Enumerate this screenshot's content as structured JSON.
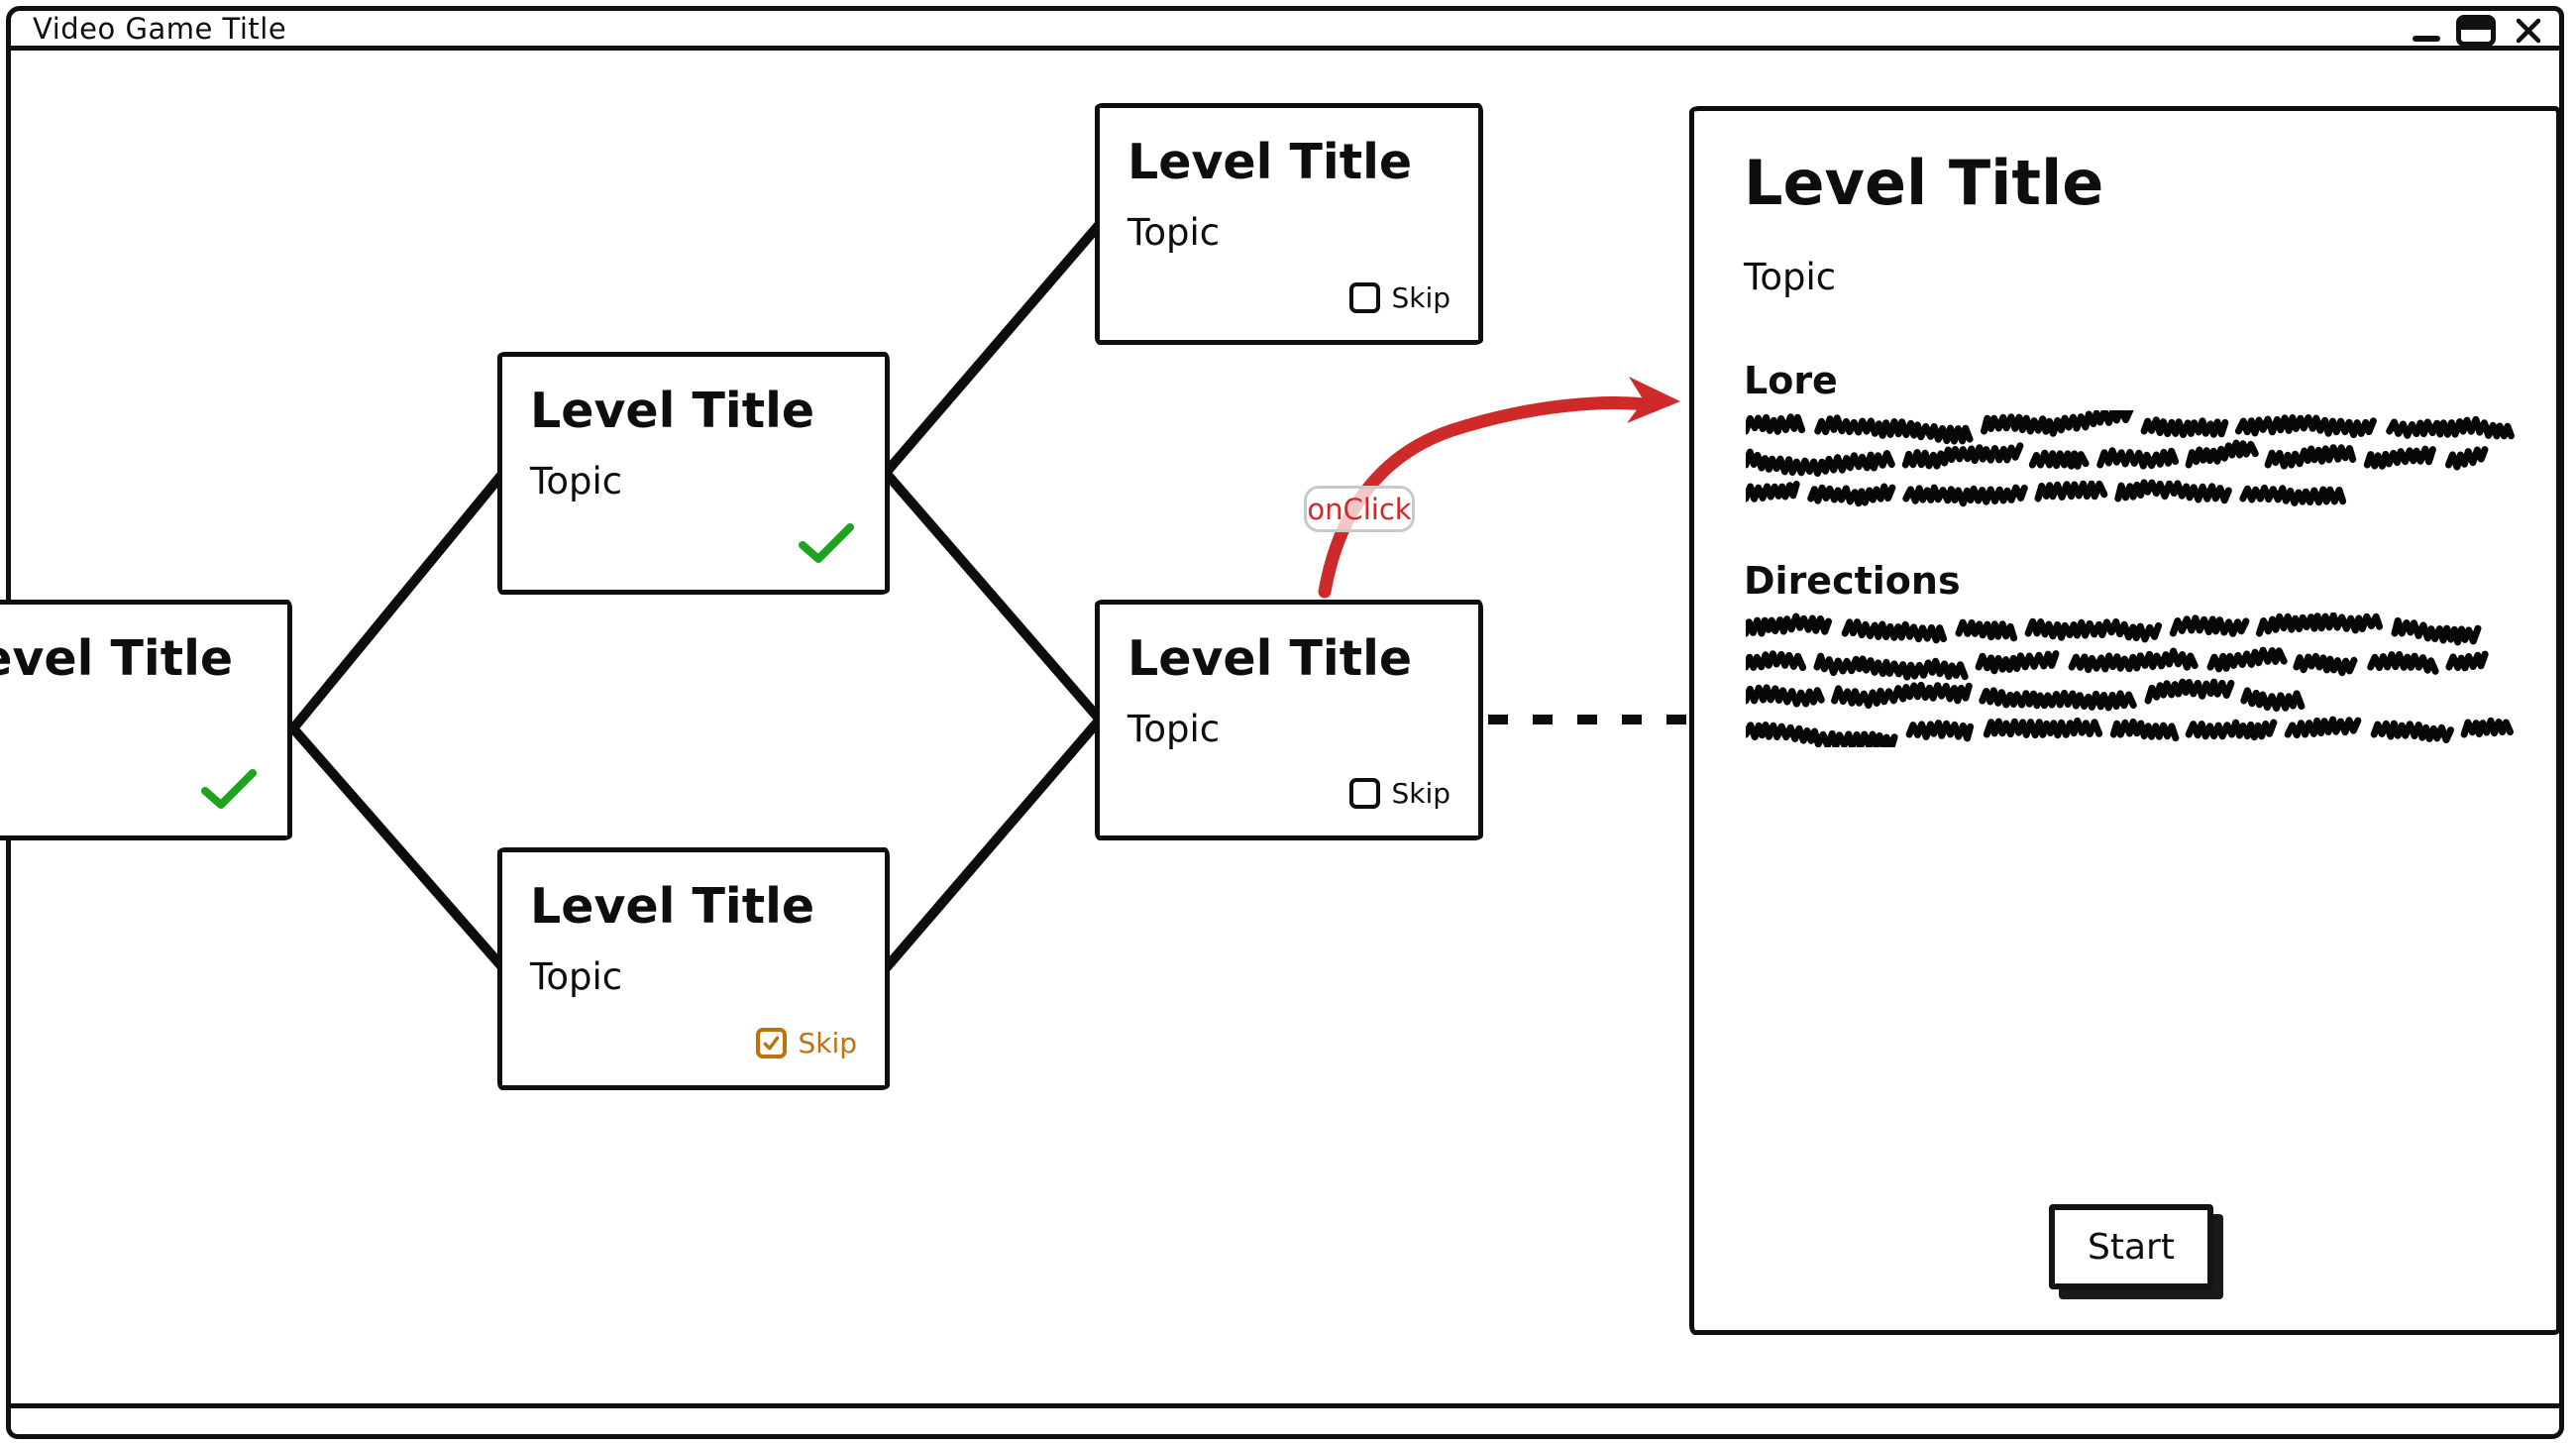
{
  "window": {
    "title": "Video Game Title",
    "controls": {
      "minimize_icon": "minimize-icon",
      "maximize_icon": "maximize-icon",
      "close_icon": "close-icon"
    }
  },
  "map": {
    "nodes": [
      {
        "id": "node-start",
        "title": "Level Title",
        "topic": "",
        "completed": true,
        "skip_label": null,
        "skip_checked": null
      },
      {
        "id": "node-upper-middle",
        "title": "Level Title",
        "topic": "Topic",
        "completed": true,
        "skip_label": null,
        "skip_checked": null
      },
      {
        "id": "node-top-right",
        "title": "Level Title",
        "topic": "Topic",
        "completed": false,
        "skip_label": "Skip",
        "skip_checked": false
      },
      {
        "id": "node-lower-middle",
        "title": "Level Title",
        "topic": "Topic",
        "completed": false,
        "skip_label": "Skip",
        "skip_checked": true
      },
      {
        "id": "node-middle-right",
        "title": "Level Title",
        "topic": "Topic",
        "completed": false,
        "skip_label": "Skip",
        "skip_checked": false
      }
    ]
  },
  "annotation": {
    "label": "onClick",
    "event": "onClick"
  },
  "panel": {
    "title": "Level Title",
    "topic": "Topic",
    "sections": [
      {
        "heading": "Lore",
        "placeholder_lines": 3
      },
      {
        "heading": "Directions",
        "placeholder_lines": 4
      }
    ],
    "start_label": "Start"
  },
  "colors": {
    "ink": "#0e0e0e",
    "check_green": "#1fa31f",
    "skip_orange": "#bf700f",
    "annotation_red": "#cf2a2a",
    "pill_border_gray": "#c9c9c9"
  }
}
